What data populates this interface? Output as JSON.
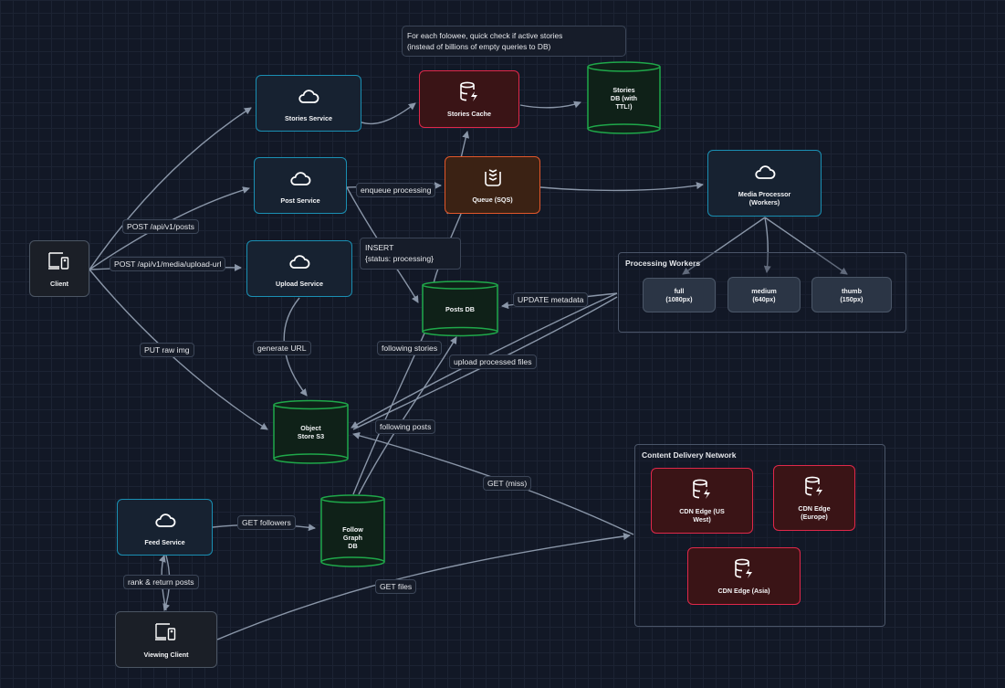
{
  "colors": {
    "background": "#121826",
    "grid": "#1c2333",
    "edge": "#8a96a8",
    "service_border": "#1a8fb3",
    "service_fill": "#172231",
    "cache_border": "#e0284a",
    "cache_fill": "#3a1416",
    "queue_border": "#e2572a",
    "queue_fill": "#3b2214",
    "db_border": "#1fa84a",
    "db_fill": "#0f2118",
    "client_border": "#4b5563",
    "client_fill": "#1b1f27"
  },
  "note": "For each folowee, quick check if active stories\n(instead of billions of empty queries to DB)",
  "groups": {
    "processing": "Processing Workers",
    "cdn": "Content Delivery Network"
  },
  "nodes": {
    "client": {
      "label": "Client",
      "icon": "devices-icon"
    },
    "stories_service": {
      "label": "Stories Service",
      "icon": "cloud-icon"
    },
    "post_service": {
      "label": "Post Service",
      "icon": "cloud-icon"
    },
    "upload_service": {
      "label": "Upload Service",
      "icon": "cloud-icon"
    },
    "stories_cache": {
      "label": "Stories Cache",
      "icon": "database-bolt-icon"
    },
    "stories_db": {
      "label": "Stories\nDB (with\nTTL!)",
      "icon": "cylinder"
    },
    "queue": {
      "label": "Queue (SQS)",
      "icon": "queue-icon"
    },
    "media_processor": {
      "label": "Media Processor\n(Workers)",
      "icon": "cloud-icon"
    },
    "posts_db": {
      "label": "Posts DB",
      "icon": "cylinder"
    },
    "worker_full": {
      "label": "full\n(1080px)"
    },
    "worker_medium": {
      "label": "medium\n(640px)"
    },
    "worker_thumb": {
      "label": "thumb\n(150px)"
    },
    "object_store": {
      "label": "Object\nStore S3",
      "icon": "cylinder"
    },
    "feed_service": {
      "label": "Feed Service",
      "icon": "cloud-icon"
    },
    "follow_graph_db": {
      "label": "Follow\nGraph\nDB",
      "icon": "cylinder"
    },
    "viewing_client": {
      "label": "Viewing Client",
      "icon": "devices-icon"
    },
    "cdn_us_west": {
      "label": "CDN Edge (US\nWest)",
      "icon": "database-bolt-icon"
    },
    "cdn_europe": {
      "label": "CDN Edge\n(Europe)",
      "icon": "database-bolt-icon"
    },
    "cdn_asia": {
      "label": "CDN Edge (Asia)",
      "icon": "database-bolt-icon"
    }
  },
  "edge_labels": {
    "post_posts": "POST /api/v1/posts",
    "post_upload_url": "POST /api/v1/media/upload-url",
    "put_raw_img": "PUT raw img",
    "enqueue_processing": "enqueue processing",
    "insert": "INSERT\n{status: processing}",
    "generate_url": "generate URL",
    "update_metadata": "UPDATE metadata",
    "following_stories": "following stories",
    "upload_processed_files": "upload processed files",
    "following_posts": "following posts",
    "get_miss": "GET (miss)",
    "get_followers": "GET followers",
    "rank_return_posts": "rank & return posts",
    "get_files": "GET files"
  }
}
